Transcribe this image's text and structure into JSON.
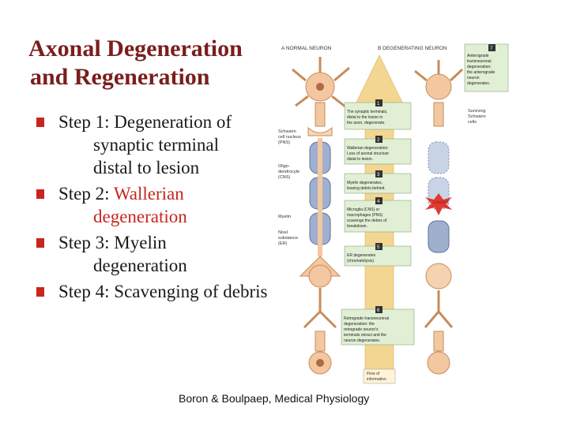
{
  "title": {
    "line1": "Axonal Degeneration",
    "line2": "and Regeneration"
  },
  "steps": [
    {
      "prefix": "Step 1: ",
      "first": "Degeneration of",
      "cont": [
        "synaptic terminal",
        "distal to lesion"
      ],
      "highlight": ""
    },
    {
      "prefix": "Step 2: ",
      "first": "",
      "highlight": "Wallerian",
      "cont_highlight": [
        "degeneration"
      ]
    },
    {
      "prefix": "Step 3: ",
      "first": "Myelin",
      "cont": [
        "degeneration"
      ],
      "highlight": ""
    },
    {
      "prefix": "Step 4: ",
      "first": "Scavenging of  debris",
      "cont": [],
      "highlight": ""
    }
  ],
  "credit": "Boron & Boulpaep, Medical Physiology",
  "figure": {
    "panel_a": "A  NORMAL NEURON",
    "panel_b": "B  DEGENERATING NEURON",
    "left_labels": [
      "Schwann",
      "cell nucleus",
      "(PNS)",
      "Oligo-",
      "dendrocyte",
      "(CNS)",
      "Myelin",
      "Nissl",
      "substance",
      "(ER)"
    ],
    "right_labels": [
      "Surviving",
      "Schwann",
      "cells"
    ],
    "lesion": "Lesion",
    "flow": [
      "Flow of",
      "information"
    ],
    "boxes": [
      {
        "num": "7",
        "lines": [
          "Anterograde",
          "transneuronal",
          "degeneration:",
          "the anterograde",
          "neuron",
          "degenerates."
        ]
      },
      {
        "num": "1",
        "lines": [
          "The synaptic terminals,",
          "distal to the lesion in",
          "the axon, degenerate."
        ]
      },
      {
        "num": "2",
        "lines": [
          "Wallerian degeneration:",
          "Loss of axonal structure",
          "distal to lesion."
        ]
      },
      {
        "num": "3",
        "lines": [
          "Myelin degenerates,",
          "leaving debris behind."
        ]
      },
      {
        "num": "4",
        "lines": [
          "Microglia (CNS) or",
          "macrophages (PNS)",
          "scavenge the debris of",
          "breakdown."
        ]
      },
      {
        "num": "5",
        "lines": [
          "ER degenerates",
          "(chromatolysis)."
        ]
      },
      {
        "num": "6",
        "lines": [
          "Retrograde transneuronal",
          "degeneration: the",
          "retrograde neuron's",
          "terminals retract and the",
          "neuron degenerates."
        ]
      }
    ]
  },
  "colors": {
    "title": "#7a1e1e",
    "bullet": "#c7261f",
    "arrow": "#f3d692",
    "box": "#e1efd4",
    "neuron": "#f3c8a0",
    "myelin": "#9fb0cf"
  }
}
